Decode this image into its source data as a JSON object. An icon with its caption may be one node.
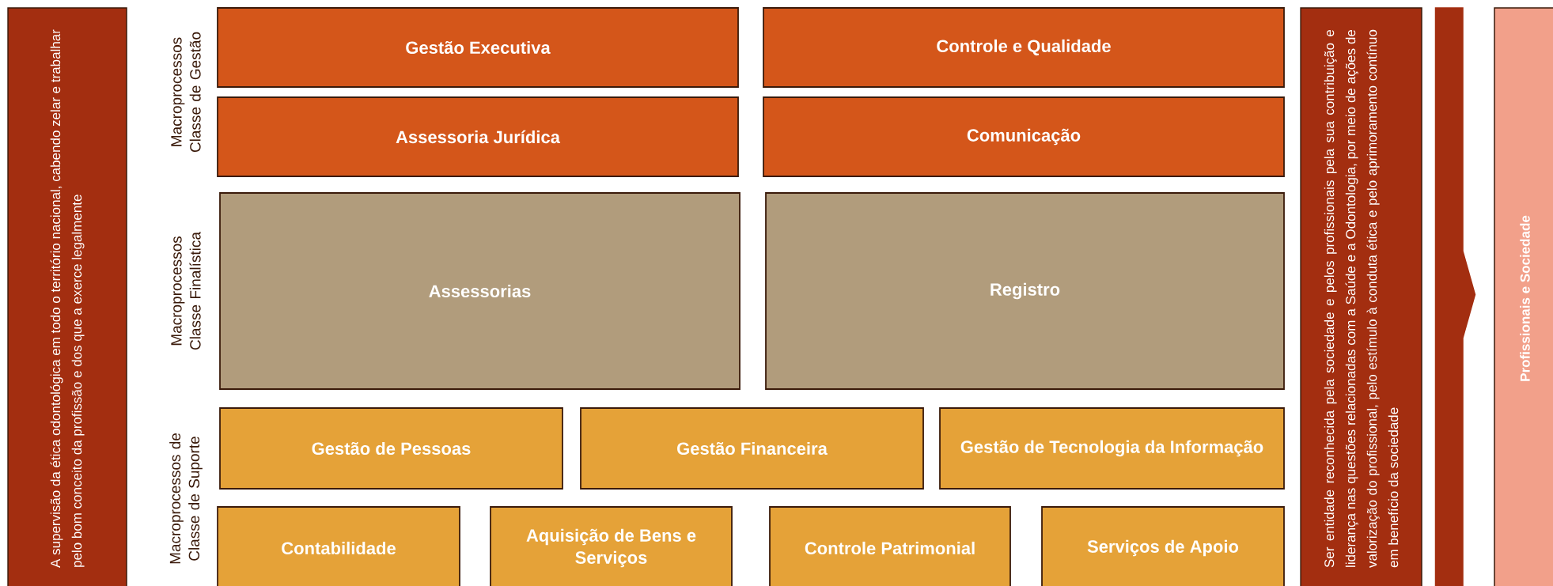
{
  "diagram": {
    "nodes": [
      {
        "text": [
          "A supervisão da ética odontológica em todo o território nacional, cabendo zelar e trabalhar pelo bom conceito da profissão e dos que a exerce legalmente"
        ]
      },
      {
        "text": [
          "Gestão Executiva"
        ]
      },
      {
        "text": [
          "Controle e Qualidade"
        ]
      },
      {
        "text": [
          "Assessoria Jurídica"
        ]
      },
      {
        "text": [
          "Comunicação"
        ]
      },
      {
        "text": [
          "Assessorias"
        ]
      },
      {
        "text": [
          "Registro"
        ]
      },
      {
        "text": [
          "Gestão de Pessoas"
        ]
      },
      {
        "text": [
          "Gestão Financeira"
        ]
      },
      {
        "text": [
          "Gestão de Tecnologia da Informação"
        ]
      },
      {
        "text": [
          "Contabilidade"
        ]
      },
      {
        "text": [
          "Aquisição de Bens e Serviços"
        ]
      },
      {
        "text": [
          "Controle Patrimonial"
        ]
      },
      {
        "text": [
          "Serviços de Apoio"
        ]
      },
      {
        "text": [
          "Ser entidade reconhecida pela sociedade e pelos profissionais pela sua contribuição e liderança nas questões relacionadas com a Saúde e a Odontologia, por meio de ações de valorização do profissional, pelo estímulo à conduta ética e pelo aprimoramento contínuo em benefício da sociedade"
        ]
      },
      {
        "text": [
          "Profissionais e Sociedade"
        ]
      }
    ],
    "edges": [
      {
        "from": 14,
        "to": 15,
        "arrow": "to"
      }
    ],
    "labels": [
      "Macroprocessos Classe de Gestão",
      "Macroprocessos Classe Finalística",
      "Macroprocessos de Classe de Suporte"
    ]
  }
}
